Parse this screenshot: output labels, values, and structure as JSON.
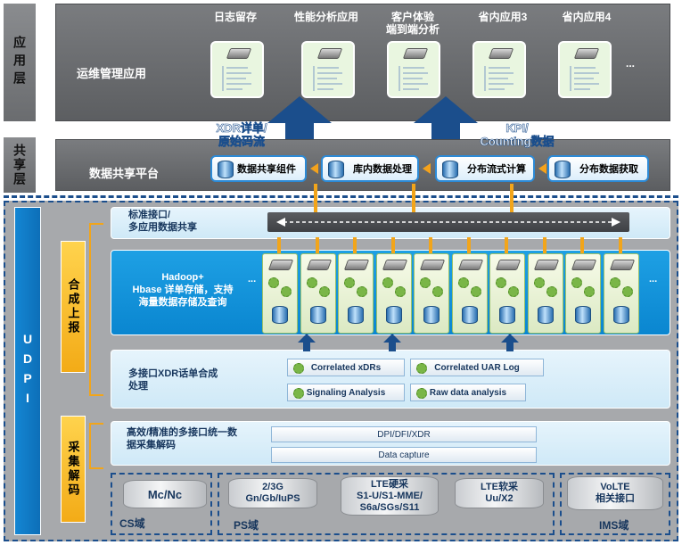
{
  "layers": {
    "app": "应用层",
    "share": "共享层",
    "udpi": "UDPI",
    "synth": "合成上报",
    "collect": "采集解码"
  },
  "app_layer": {
    "title": "运维管理应用",
    "apps": [
      "日志留存",
      "性能分析应用",
      "客户体验\n端到端分析",
      "省内应用3",
      "省内应用4"
    ],
    "more": "..."
  },
  "arrows": {
    "xdr": "XDR详单/\n原始码流",
    "kpi": "KPI/\nCounting数据"
  },
  "share_layer": {
    "title": "数据共享平台",
    "components": [
      "数据共享组件",
      "库内数据处理",
      "分布流式计算",
      "分布数据获取"
    ]
  },
  "std_interface": {
    "label": "标准接口/\n多应用数据共享"
  },
  "hadoop": {
    "label": "Hadoop+\nHbase 详单存储，支持\n海量数据存储及查询",
    "more_left": "...",
    "more_right": "...",
    "node_count": 10
  },
  "xdr_merge": {
    "label": "多接口XDR话单合成\n处理",
    "boxes": [
      "Correlated xDRs",
      "Correlated UAR Log",
      "Signaling Analysis",
      "Raw data analysis"
    ]
  },
  "capture": {
    "label": "高效/精准的多接口统一数\n据采集解码",
    "dpi": "DPI/DFI/XDR",
    "data_capture": "Data capture"
  },
  "domains": {
    "cs": {
      "name": "CS域",
      "items": [
        "Mc/Nc"
      ]
    },
    "ps": {
      "name": "PS域",
      "items": [
        "2/3G\nGn/Gb/IuPS",
        "LTE硬采\nS1-U/S1-MME/\nS6a/SGs/S11",
        "LTE软采\nUu/X2"
      ]
    },
    "ims": {
      "name": "IMS域",
      "items": [
        "VoLTE\n相关接口"
      ]
    }
  },
  "colors": {
    "dark_blue": "#1b4e8c",
    "orange": "#f2a51a",
    "bright_blue": "#0a86d0",
    "grey": "#6a6c6f"
  }
}
